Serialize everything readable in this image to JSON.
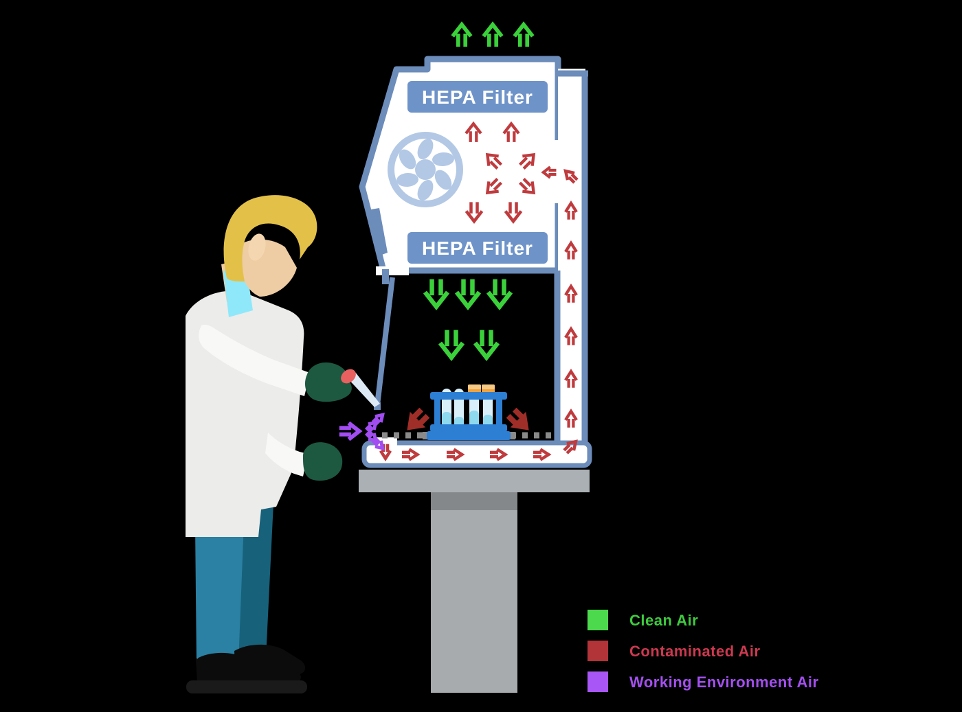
{
  "labels": {
    "hepa_filter_top": "HEPA Filter",
    "hepa_filter_bottom": "HEPA Filter"
  },
  "legend": {
    "items": [
      {
        "label": "Clean Air",
        "swatch_color": "#4dd94d",
        "text_color": "#3ecb3e"
      },
      {
        "label": "Contaminated Air",
        "swatch_color": "#b23338",
        "text_color": "#cc3950"
      },
      {
        "label": "Working Environment Air",
        "swatch_color": "#a856f5",
        "text_color": "#a44ff0"
      }
    ]
  },
  "colors": {
    "background": "#000000",
    "cabinet_outline_blue": "#6c8cba",
    "hepa_label_blue": "#6e93c8",
    "fan_blue": "#b2c8e5",
    "clean_air_green": "#3bd13b",
    "contaminated_air_red": "#bf3b3e",
    "contaminated_air_dark_red": "#a02e28",
    "working_environment_purple": "#a24df2",
    "work_surface_gray": "#8a8a8a",
    "table_gray": "#aab0b4",
    "rack_blue": "#2d7fd4",
    "tube_glass": "#d9effa",
    "tube_liquid": "#8fd9ef",
    "tube_cap_orange": "#f0a23e",
    "coat_white": "#ececea",
    "glove_green": "#1d5940",
    "pants_teal": "#2a81a3",
    "hair_blonde": "#e3c149",
    "skin": "#eecda4",
    "collar_cyan": "#8ee8fa"
  }
}
